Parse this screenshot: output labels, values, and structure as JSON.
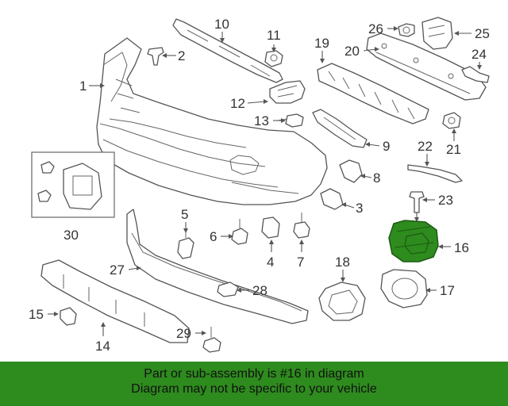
{
  "diagram": {
    "highlight_color": "#2e8b1e",
    "labels": {
      "l1": "1",
      "l2": "2",
      "l3": "3",
      "l4": "4",
      "l5": "5",
      "l6": "6",
      "l7": "7",
      "l8": "8",
      "l9": "9",
      "l10": "10",
      "l11": "11",
      "l12": "12",
      "l13": "13",
      "l14": "14",
      "l15": "15",
      "l16": "16",
      "l17": "17",
      "l18": "18",
      "l19": "19",
      "l20": "20",
      "l21": "21",
      "l22": "22",
      "l23": "23",
      "l24": "24",
      "l25": "25",
      "l26": "26",
      "l27": "27",
      "l28": "28",
      "l29": "29",
      "l30": "30"
    }
  },
  "footer": {
    "background": "#2e8b1e",
    "line1": "Part or sub-assembly is #16 in diagram",
    "line2": "Diagram may not be specific to your vehicle"
  }
}
